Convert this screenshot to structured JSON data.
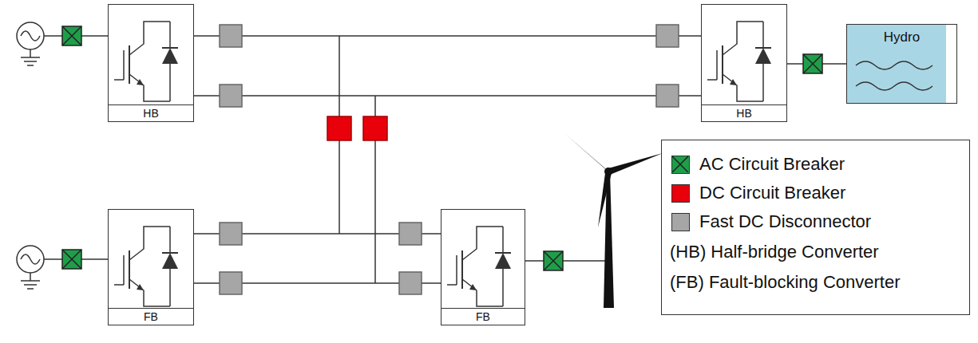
{
  "diagram": {
    "nodes": [
      {
        "text": [
          "HB"
        ]
      },
      {
        "text": [
          "HB"
        ]
      },
      {
        "text": [
          "Hydro"
        ]
      },
      {
        "text": [
          "FB"
        ]
      },
      {
        "text": [
          "FB"
        ]
      }
    ],
    "edges": [
      {
        "from": 0,
        "to": 1,
        "arrow": "none"
      },
      {
        "from": 0,
        "to": 1,
        "arrow": "none"
      },
      {
        "from": 1,
        "to": 2,
        "arrow": "none"
      },
      {
        "from": 3,
        "to": 4,
        "arrow": "none"
      },
      {
        "from": 3,
        "to": 4,
        "arrow": "none"
      }
    ],
    "legend": [
      {
        "text": "AC Circuit Breaker",
        "color": "#1f9e4a"
      },
      {
        "text": "DC Circuit Breaker",
        "color": "#e8000b"
      },
      {
        "text": "Fast DC Disconnector",
        "color": "#a6a6a6"
      },
      {
        "text": "(HB) Half-bridge Converter"
      },
      {
        "text": "(FB) Fault-blocking Converter"
      }
    ]
  }
}
